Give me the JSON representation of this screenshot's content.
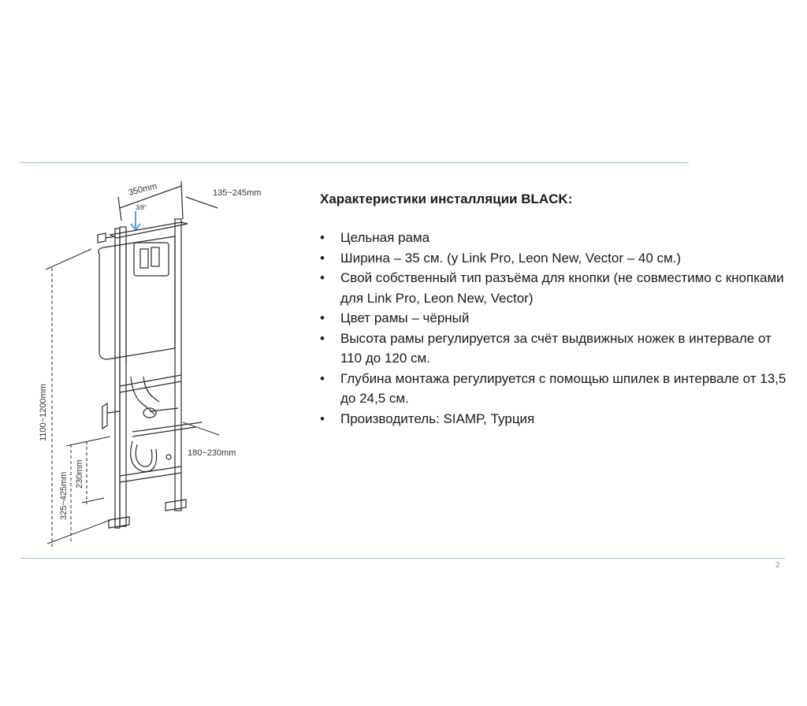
{
  "spec": {
    "title": "Характеристики инсталляции BLACK:",
    "bullet": "•",
    "items": [
      "Цельная рама",
      "Ширина – 35 см. (у Link Pro, Leon New, Vector – 40 см.)",
      "Свой собственный тип разъёма для кнопки (не совместимо с кнопками для Link Pro, Leon New, Vector)",
      "Цвет рамы – чёрный",
      "Высота рамы регулируется за счёт выдвижных ножек в интервале от 110 до 120 см.",
      "Глубина монтажа регулируется с помощью шпилек в интервале от 13,5 до 24,5 см.",
      "Производитель: SIAMP, Турция"
    ]
  },
  "diagram": {
    "width_label": "350mm",
    "depth_label": "135~245mm",
    "pipe_label": "3/8\"",
    "height_label": "1100~1200mm",
    "drain_height_label": "325~425mm",
    "stud_height_label": "230mm",
    "stud_spacing_label": "180~230mm"
  },
  "page": {
    "number": "2"
  }
}
